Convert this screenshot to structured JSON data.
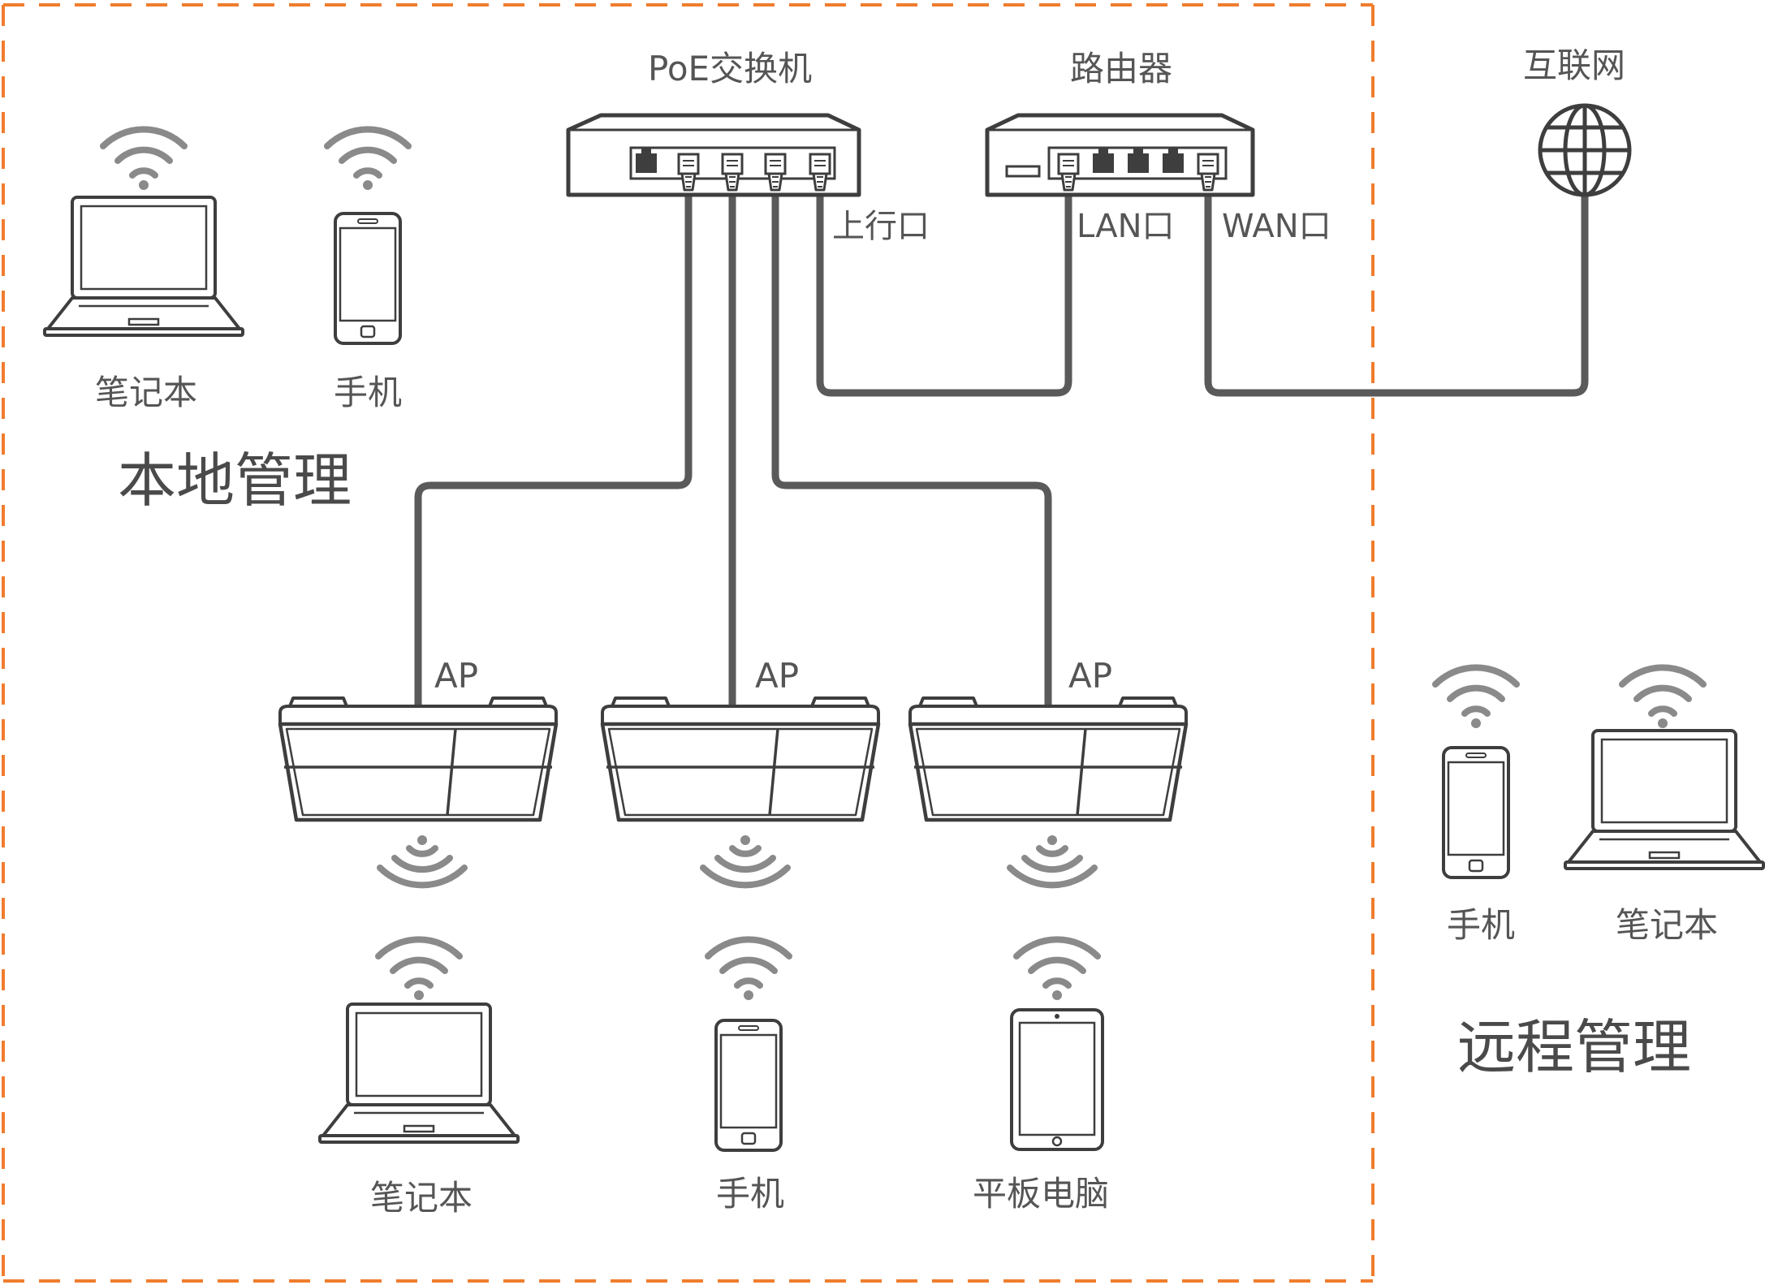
{
  "devices": {
    "poe_switch": "PoE交换机",
    "router": "路由器",
    "internet": "互联网",
    "ap_label": "AP"
  },
  "ports": {
    "uplink": "上行口",
    "lan": "LAN口",
    "wan": "WAN口"
  },
  "zones": {
    "local": "本地管理",
    "remote": "远程管理"
  },
  "clients": {
    "laptop": "笔记本",
    "phone": "手机",
    "tablet": "平板电脑"
  },
  "colors": {
    "boundary": "#f07d2e",
    "cable": "#5a5a5a",
    "device_stroke": "#3e3e3e",
    "wifi": "#8a8a8a",
    "text": "#555555"
  }
}
